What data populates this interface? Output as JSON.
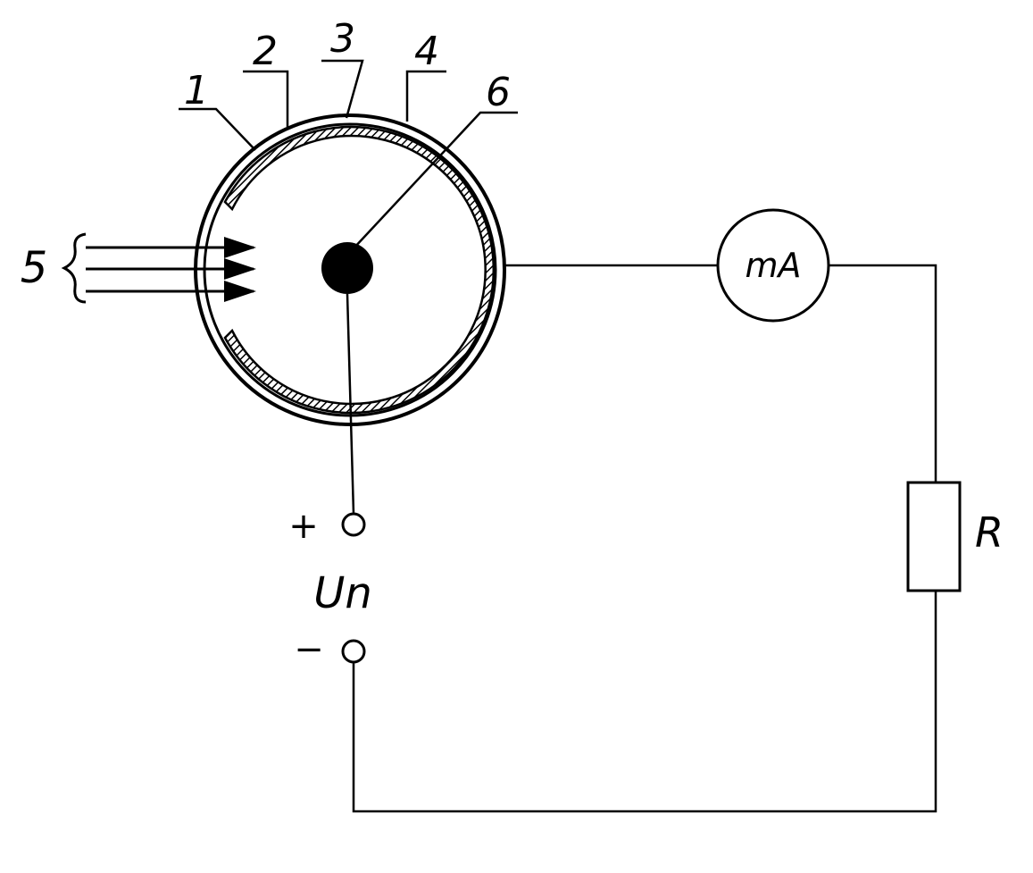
{
  "diagram": {
    "labels": {
      "part1": "1",
      "part2": "2",
      "part3": "3",
      "part4": "4",
      "part5": "5",
      "part6": "6"
    },
    "meter_label": "mA",
    "resistor_label": "R",
    "voltage_label": "Un",
    "plus_sign": "+",
    "minus_sign": "−"
  }
}
